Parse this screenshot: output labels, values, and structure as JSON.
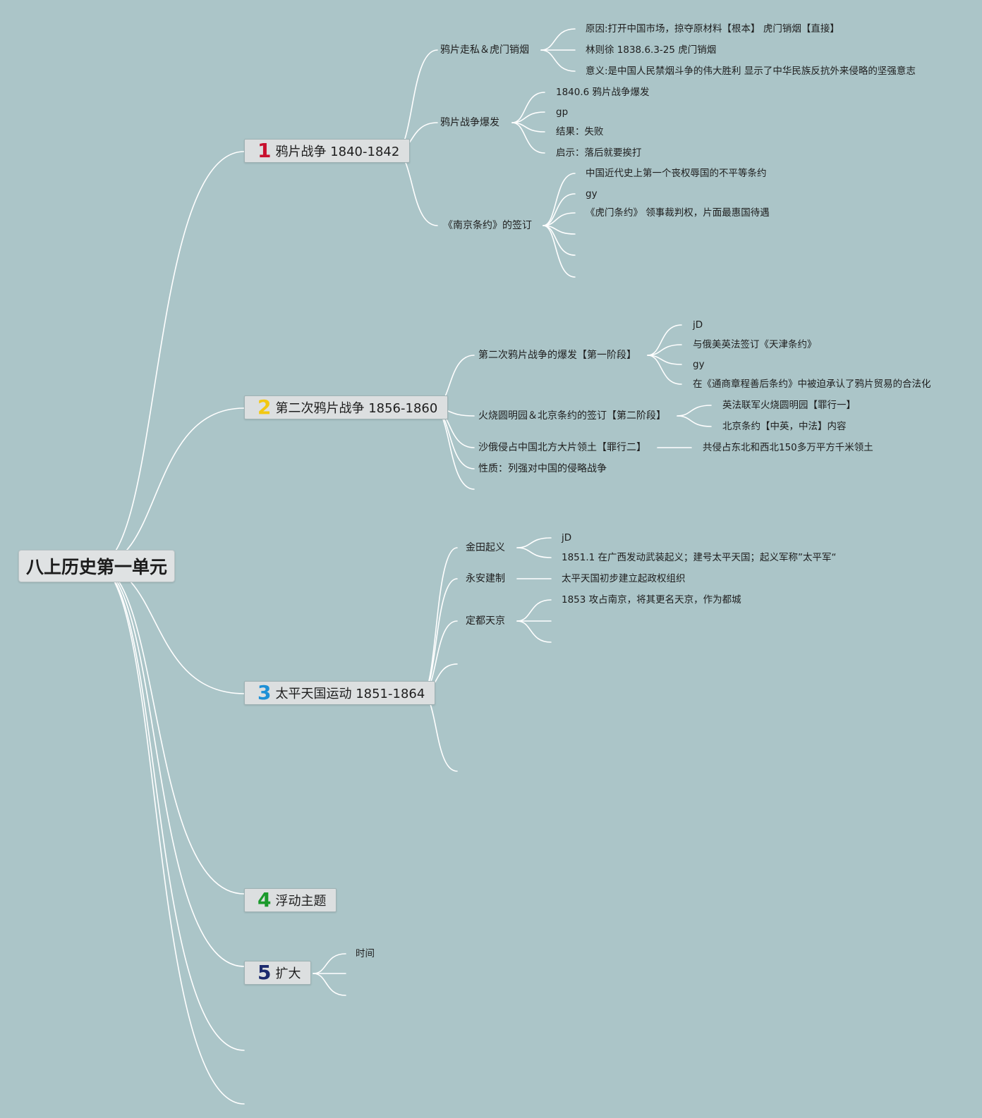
{
  "root": {
    "label": "八上历史第一单元"
  },
  "topics": [
    {
      "num": "1",
      "num_color": "#c8102e",
      "label": "鸦片战争 1840-1842",
      "subtopics": [
        {
          "label": "鸦片走私＆虎门销烟",
          "leaves": [
            "原因:打开中国市场，掠夺原材料【根本】 虎门销烟【直接】",
            "林则徐 1838.6.3-25 虎门销烟",
            "意义:是中国人民禁烟斗争的伟大胜利 显示了中华民族反抗外来侵略的坚强意志"
          ]
        },
        {
          "label": "鸦片战争爆发",
          "leaves": [
            "1840.6 鸦片战争爆发",
            "gp",
            "结果：失败",
            "启示：落后就要挨打"
          ]
        },
        {
          "label": "《南京条约》的签订",
          "leaves": [
            "中国近代史上第一个丧权辱国的不平等条约",
            "gy",
            "《虎门条约》 领事裁判权，片面最惠国待遇",
            "",
            "",
            ""
          ]
        }
      ]
    },
    {
      "num": "2",
      "num_color": "#f2c811",
      "label": "第二次鸦片战争 1856-1860",
      "subtopics": [
        {
          "label": "第二次鸦片战争的爆发【第一阶段】",
          "leaves": [
            "jD",
            "与俄美英法签订《天津条约》",
            "gy",
            "在《通商章程善后条约》中被迫承认了鸦片贸易的合法化"
          ]
        },
        {
          "label": "火烧圆明园＆北京条约的签订【第二阶段】",
          "leaves": [
            "英法联军火烧圆明园【罪行一】",
            "北京条约【中英，中法】内容"
          ]
        },
        {
          "label": "沙俄侵占中国北方大片领土【罪行二】",
          "leaves": [
            "共侵占东北和西北150多万平方千米领土"
          ]
        },
        {
          "label": "性质：列强对中国的侵略战争",
          "leaves": []
        },
        {
          "label": "",
          "leaves": []
        }
      ]
    },
    {
      "num": "3",
      "num_color": "#1e90d6",
      "label": "太平天国运动 1851-1864",
      "subtopics": [
        {
          "label": "金田起义",
          "leaves": [
            "jD",
            "1851.1 在广西发动武装起义；建号太平天国；起义军称”太平军“"
          ]
        },
        {
          "label": "永安建制",
          "leaves": [
            "太平天国初步建立起政权组织"
          ]
        },
        {
          "label": "定都天京",
          "leaves": [
            "1853 攻占南京，将其更名天京，作为都城",
            "",
            ""
          ]
        },
        {
          "label": "",
          "leaves": []
        },
        {
          "label": "",
          "leaves": []
        }
      ]
    },
    {
      "num": "4",
      "num_color": "#1a9a2b",
      "label": "浮动主题",
      "subtopics": []
    },
    {
      "num": "5",
      "num_color": "#1b2a6e",
      "label": "扩大",
      "subtopics": [
        {
          "label": "时间",
          "leaves": []
        },
        {
          "label": "",
          "leaves": []
        },
        {
          "label": "",
          "leaves": []
        }
      ]
    }
  ]
}
